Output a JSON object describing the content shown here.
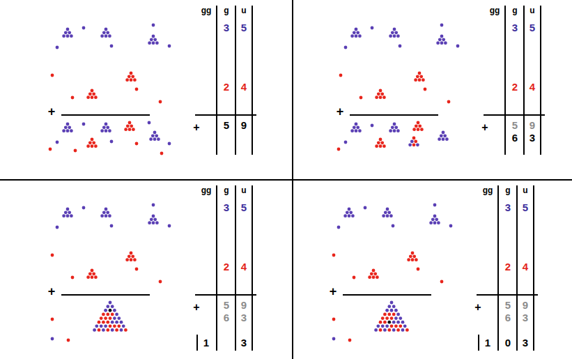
{
  "diagram": {
    "labels": [
      "+",
      "gg",
      "g",
      "u",
      "3",
      "5",
      "2",
      "4",
      "+",
      "5",
      "9",
      "+",
      "gg",
      "g",
      "u",
      "3",
      "5",
      "2",
      "4",
      "+",
      "5",
      "9",
      "6",
      "3",
      "+",
      "gg",
      "g",
      "u",
      "3",
      "5",
      "2",
      "4",
      "+",
      "5",
      "9",
      "6",
      "3",
      "1",
      "3",
      "+",
      "gg",
      "g",
      "u",
      "3",
      "5",
      "2",
      "4",
      "+",
      "5",
      "9",
      "6",
      "3",
      "1",
      "0",
      "3"
    ]
  }
}
